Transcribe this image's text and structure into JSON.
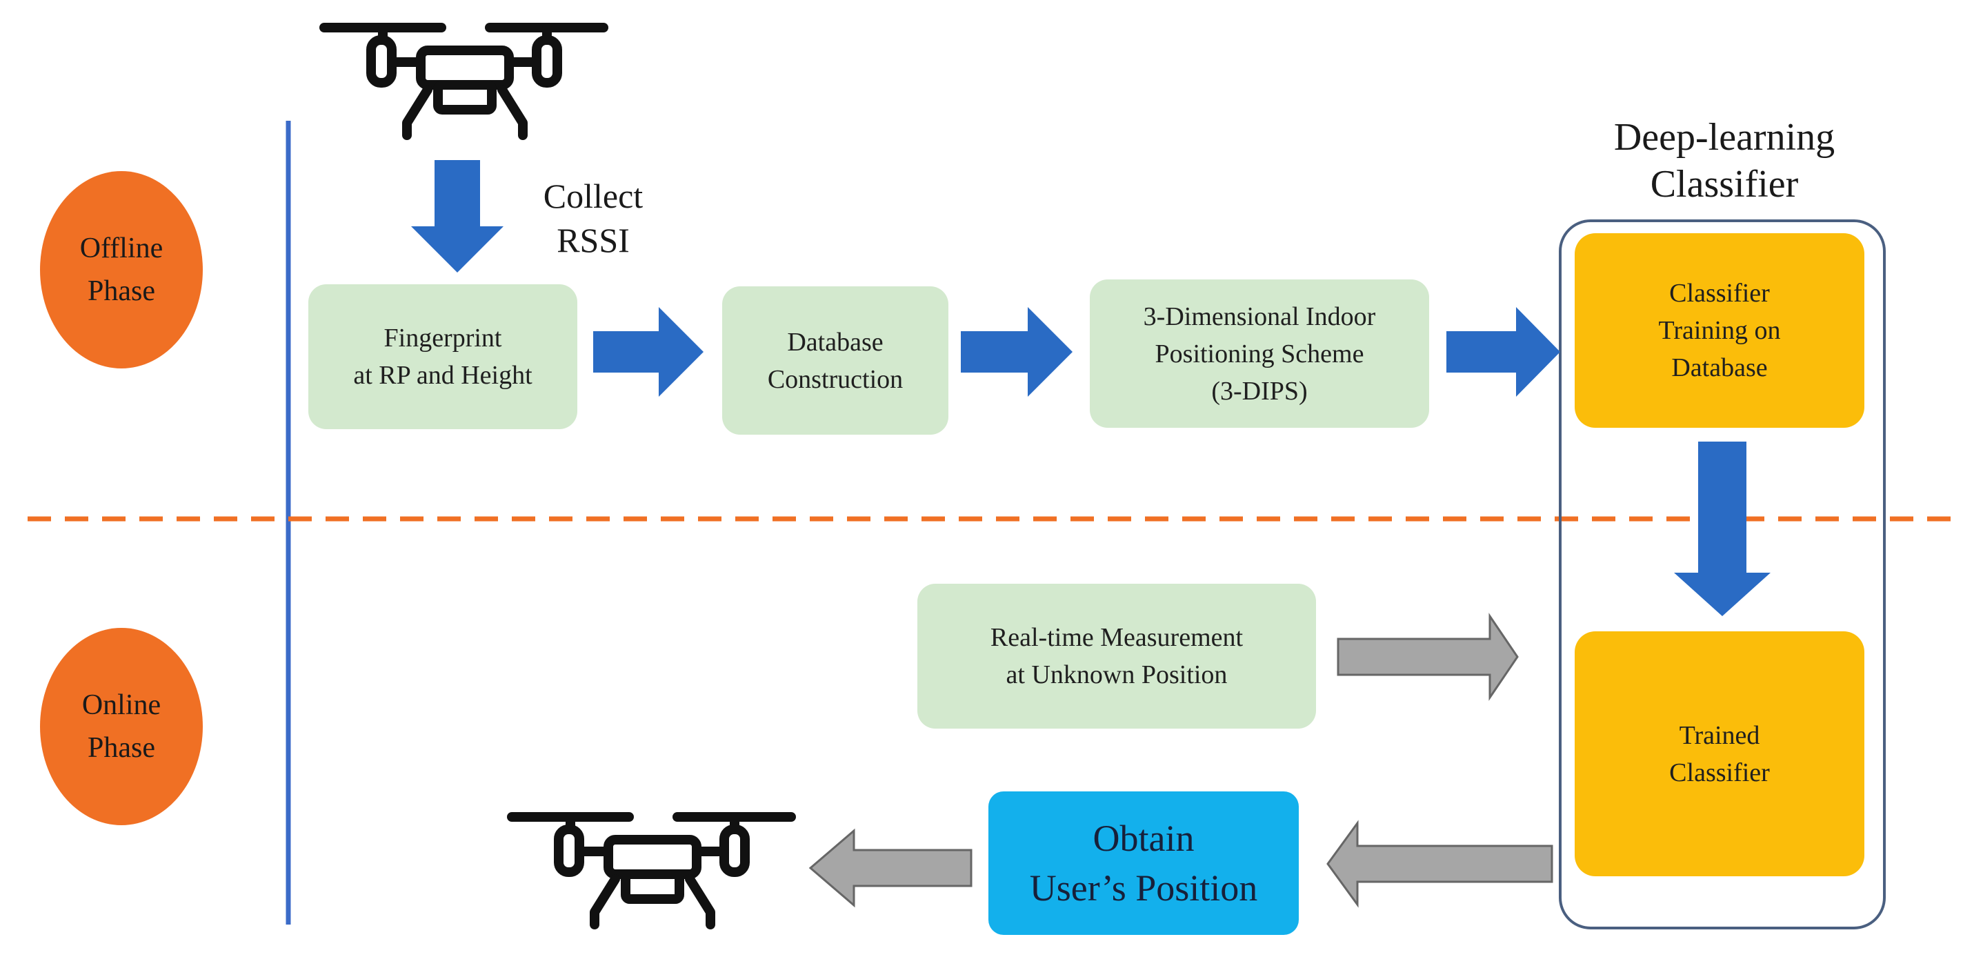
{
  "colors": {
    "phase_circle": "#f07024",
    "process_box": "#d3e9ce",
    "classifier_box": "#fbbd0a",
    "output_box": "#13b0ec",
    "forward_arrow": "#2a6bc4",
    "feedback_arrow": "#a6a6a6",
    "divider": "#f07024",
    "timeline": "#3b6bc8"
  },
  "icons": {
    "top": "drone-icon",
    "bottom": "drone-icon"
  },
  "phases": {
    "offline": "Offline\nPhase",
    "online": "Online\nPhase"
  },
  "labels": {
    "collect": "Collect\nRSSI",
    "classifier_group": "Deep-learning\nClassifier"
  },
  "nodes": {
    "fingerprint": "Fingerprint\nat RP and Height",
    "database": "Database\nConstruction",
    "dips": "3-Dimensional Indoor\nPositioning Scheme\n(3-DIPS)",
    "training": "Classifier\nTraining on\nDatabase",
    "measurement": "Real-time Measurement\nat Unknown Position",
    "trained": "Trained\nClassifier",
    "obtain": "Obtain\nUser’s Position"
  }
}
